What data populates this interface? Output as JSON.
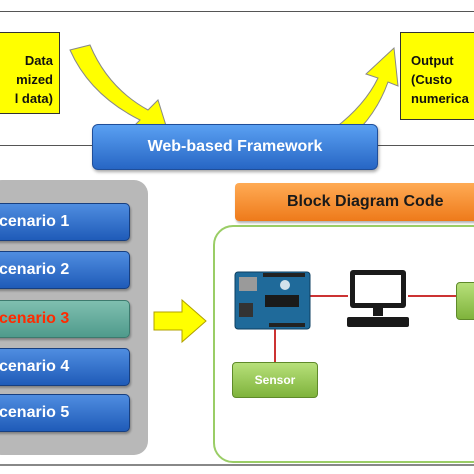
{
  "input_box": {
    "lines": [
      "Data",
      "mized",
      "l data)"
    ]
  },
  "output_box": {
    "lines": [
      "Output",
      "(Custo",
      "numerica"
    ]
  },
  "framework": {
    "label": "Web-based Framework"
  },
  "scenarios": [
    {
      "label": "cenario 1",
      "active": false
    },
    {
      "label": "cenario 2",
      "active": false
    },
    {
      "label": "cenario 3",
      "active": true
    },
    {
      "label": "cenario 4",
      "active": false
    },
    {
      "label": "cenario 5",
      "active": false
    }
  ],
  "block_diagram": {
    "title": "Block Diagram Code",
    "sensor_label": "Sensor"
  },
  "colors": {
    "framework_blue": "#2f74d0",
    "arrow_yellow": "#ffff00",
    "active_scenario_text": "#ff2a00",
    "title_orange": "#f58b2a",
    "block_green": "#8cc63f",
    "connector_red": "#cc3333"
  }
}
